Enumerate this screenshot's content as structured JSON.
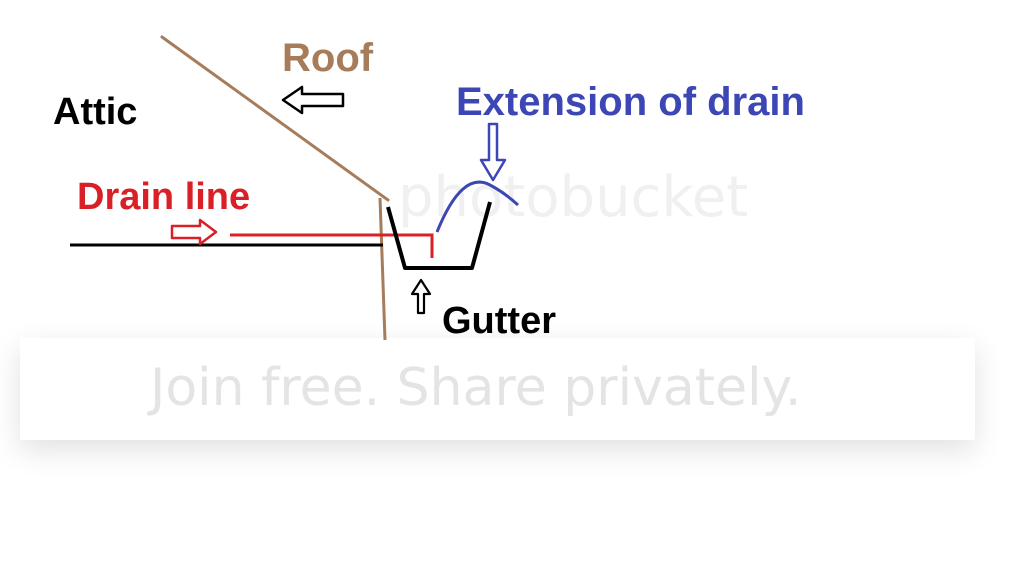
{
  "labels": {
    "roof": "Roof",
    "attic": "Attic",
    "extension": "Extension of drain",
    "drain_line": "Drain line",
    "gutter": "Gutter"
  },
  "watermark": {
    "brand": "photobucket",
    "tagline": "Join free. Share privately."
  },
  "colors": {
    "roof": "#A67C5B",
    "text": "#000000",
    "extension": "#3C46B4",
    "drain": "#D92027"
  }
}
